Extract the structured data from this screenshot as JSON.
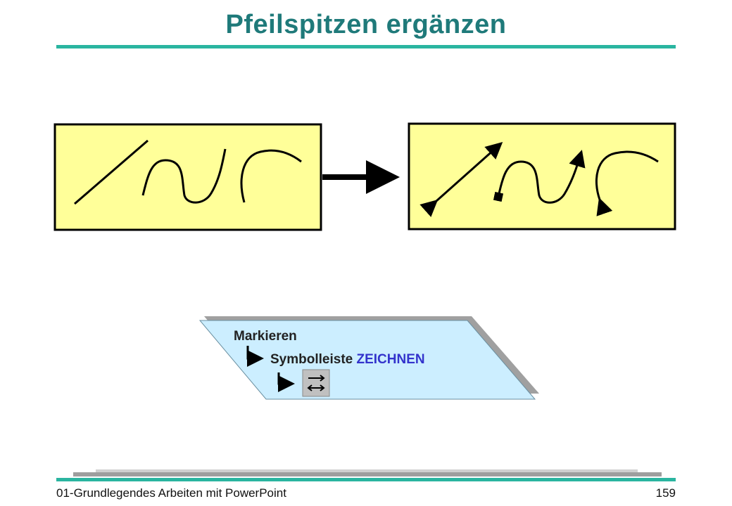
{
  "slide": {
    "title": "Pfeilspitzen ergänzen",
    "accent_color": "#2ab5a0",
    "title_color": "#1f7a7a"
  },
  "diagram": {
    "box_fill": "#ffff99",
    "box_border": "#000000",
    "left_box": {
      "lines": [
        "straight-line",
        "s-curve",
        "arc"
      ],
      "arrowheads": false
    },
    "right_box": {
      "lines": [
        "double-arrow-line",
        "s-curve-arrow",
        "arc-arrow"
      ],
      "arrowheads": true
    },
    "connector_icon": "right-arrow-icon"
  },
  "instructions": {
    "panel_fill": "#cceeff",
    "step1": "Markieren",
    "step2_prefix": "Symbolleiste",
    "step2_keyword": "ZEICHNEN",
    "toolbar_icon": "arrow-style-icon"
  },
  "footer": {
    "left_text": "01-Grundlegendes Arbeiten mit PowerPoint",
    "page_number": "159"
  }
}
